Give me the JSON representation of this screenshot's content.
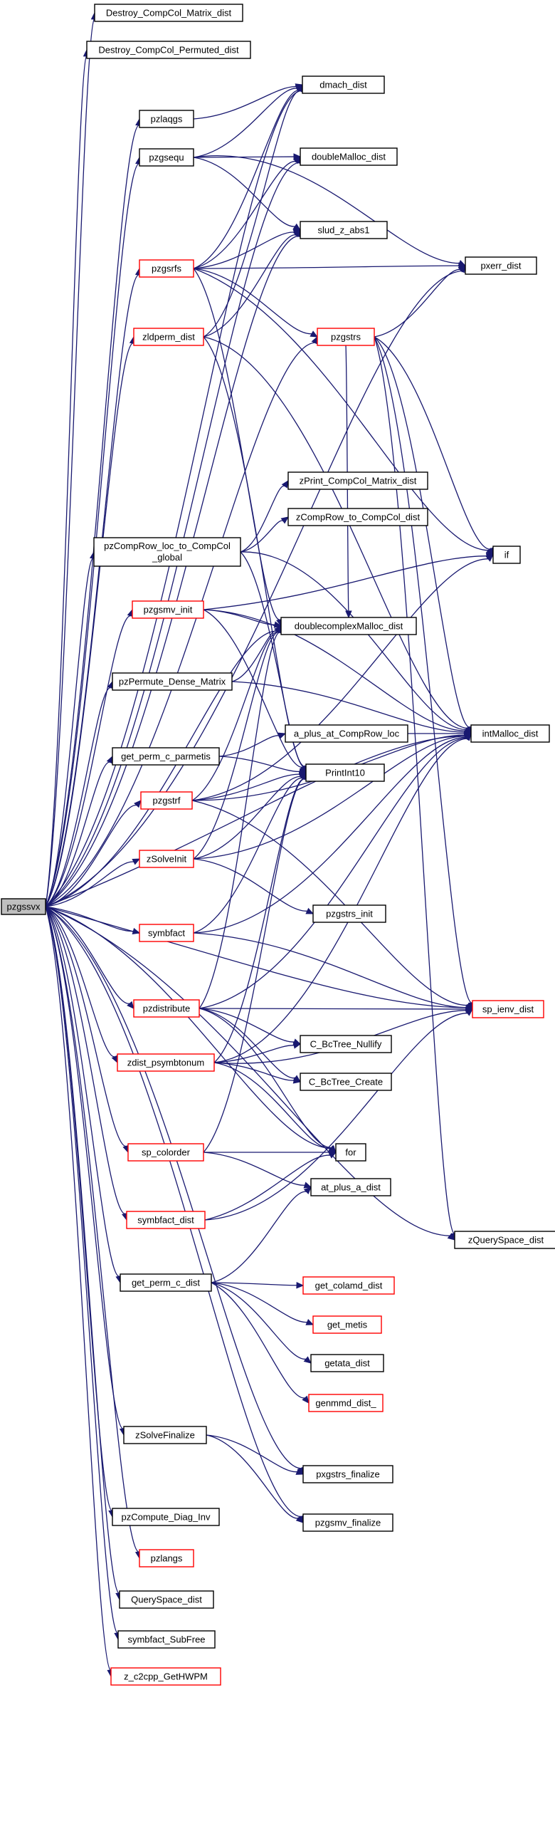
{
  "graph": {
    "root": {
      "id": "pzgssvx",
      "label": "pzgssvx"
    },
    "nodes": [
      {
        "id": "Destroy_CompCol_Matrix_dist",
        "label": "Destroy_CompCol_Matrix_dist",
        "border": "black"
      },
      {
        "id": "Destroy_CompCol_Permuted_dist",
        "label": "Destroy_CompCol_Permuted_dist",
        "border": "black"
      },
      {
        "id": "dmach_dist",
        "label": "dmach_dist",
        "border": "black"
      },
      {
        "id": "pzlaqgs",
        "label": "pzlaqgs",
        "border": "black"
      },
      {
        "id": "pzgsequ",
        "label": "pzgsequ",
        "border": "black"
      },
      {
        "id": "doubleMalloc_dist",
        "label": "doubleMalloc_dist",
        "border": "black"
      },
      {
        "id": "slud_z_abs1",
        "label": "slud_z_abs1",
        "border": "black"
      },
      {
        "id": "pxerr_dist",
        "label": "pxerr_dist",
        "border": "black"
      },
      {
        "id": "pzgsrfs",
        "label": "pzgsrfs",
        "border": "red"
      },
      {
        "id": "zldperm_dist",
        "label": "zldperm_dist",
        "border": "red"
      },
      {
        "id": "pzgstrs",
        "label": "pzgstrs",
        "border": "red"
      },
      {
        "id": "zPrint_CompCol_Matrix_dist",
        "label": "zPrint_CompCol_Matrix_dist",
        "border": "black"
      },
      {
        "id": "zCompRow_to_CompCol_dist",
        "label": "zCompRow_to_CompCol_dist",
        "border": "black"
      },
      {
        "id": "pzCompRow_loc_to_CompCol_global",
        "label": "pzCompRow_loc_to_CompCol",
        "label2": "_global",
        "border": "black"
      },
      {
        "id": "if",
        "label": "if",
        "border": "black"
      },
      {
        "id": "pzgsmv_init",
        "label": "pzgsmv_init",
        "border": "red"
      },
      {
        "id": "doublecomplexMalloc_dist",
        "label": "doublecomplexMalloc_dist",
        "border": "black"
      },
      {
        "id": "pzPermute_Dense_Matrix",
        "label": "pzPermute_Dense_Matrix",
        "border": "black"
      },
      {
        "id": "a_plus_at_CompRow_loc",
        "label": "a_plus_at_CompRow_loc",
        "border": "black"
      },
      {
        "id": "intMalloc_dist",
        "label": "intMalloc_dist",
        "border": "black"
      },
      {
        "id": "get_perm_c_parmetis",
        "label": "get_perm_c_parmetis",
        "border": "black"
      },
      {
        "id": "PrintInt10",
        "label": "PrintInt10",
        "border": "black"
      },
      {
        "id": "pzgstrf",
        "label": "pzgstrf",
        "border": "red"
      },
      {
        "id": "zSolveInit",
        "label": "zSolveInit",
        "border": "red"
      },
      {
        "id": "pzgstrs_init",
        "label": "pzgstrs_init",
        "border": "black"
      },
      {
        "id": "symbfact",
        "label": "symbfact",
        "border": "red"
      },
      {
        "id": "pzdistribute",
        "label": "pzdistribute",
        "border": "red"
      },
      {
        "id": "sp_ienv_dist",
        "label": "sp_ienv_dist",
        "border": "red"
      },
      {
        "id": "C_BcTree_Nullify",
        "label": "C_BcTree_Nullify",
        "border": "black"
      },
      {
        "id": "zdist_psymbtonum",
        "label": "zdist_psymbtonum",
        "border": "red"
      },
      {
        "id": "C_BcTree_Create",
        "label": "C_BcTree_Create",
        "border": "black"
      },
      {
        "id": "sp_colorder",
        "label": "sp_colorder",
        "border": "red"
      },
      {
        "id": "for",
        "label": "for",
        "border": "black"
      },
      {
        "id": "at_plus_a_dist",
        "label": "at_plus_a_dist",
        "border": "black"
      },
      {
        "id": "symbfact_dist",
        "label": "symbfact_dist",
        "border": "red"
      },
      {
        "id": "zQuerySpace_dist",
        "label": "zQuerySpace_dist",
        "border": "black"
      },
      {
        "id": "get_perm_c_dist",
        "label": "get_perm_c_dist",
        "border": "black"
      },
      {
        "id": "get_colamd_dist",
        "label": "get_colamd_dist",
        "border": "red"
      },
      {
        "id": "get_metis",
        "label": "get_metis",
        "border": "red"
      },
      {
        "id": "getata_dist",
        "label": "getata_dist",
        "border": "black"
      },
      {
        "id": "genmmd_dist_",
        "label": "genmmd_dist_",
        "border": "red"
      },
      {
        "id": "zSolveFinalize",
        "label": "zSolveFinalize",
        "border": "black"
      },
      {
        "id": "pxgstrs_finalize",
        "label": "pxgstrs_finalize",
        "border": "black"
      },
      {
        "id": "pzCompute_Diag_Inv",
        "label": "pzCompute_Diag_Inv",
        "border": "black"
      },
      {
        "id": "pzgsmv_finalize",
        "label": "pzgsmv_finalize",
        "border": "black"
      },
      {
        "id": "pzlangs",
        "label": "pzlangs",
        "border": "red"
      },
      {
        "id": "QuerySpace_dist",
        "label": "QuerySpace_dist",
        "border": "black"
      },
      {
        "id": "symbfact_SubFree",
        "label": "symbfact_SubFree",
        "border": "black"
      },
      {
        "id": "z_c2cpp_GetHWPM",
        "label": "z_c2cpp_GetHWPM",
        "border": "red"
      }
    ]
  }
}
